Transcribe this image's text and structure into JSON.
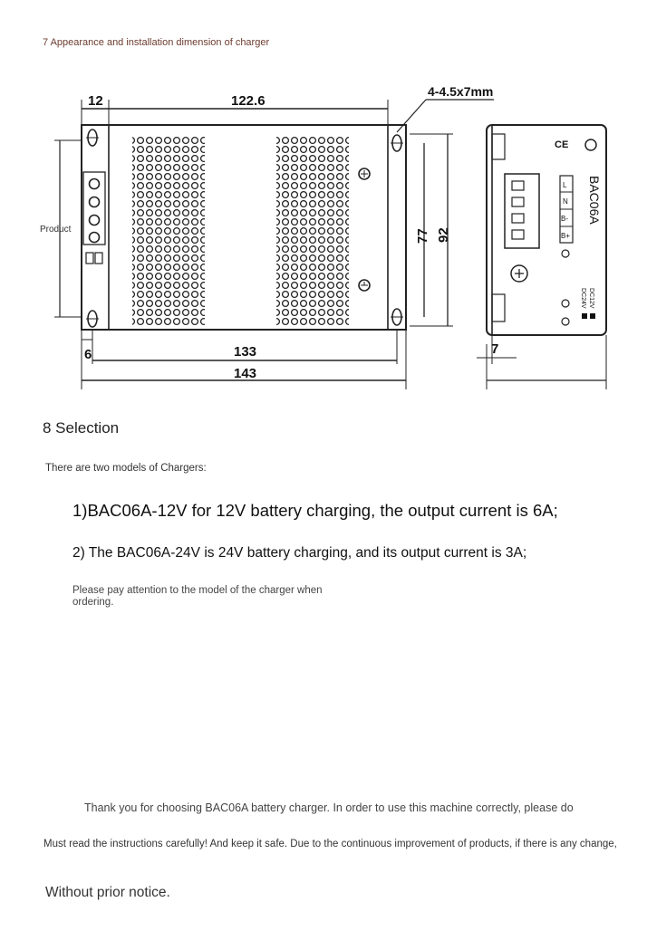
{
  "section7": {
    "title": "7 Appearance and installation dimension of charger"
  },
  "drawing": {
    "product_label": "Product",
    "dims": {
      "d12": "12",
      "d122": "122.6",
      "holes": "4-4.5x7mm",
      "d77": "77",
      "d92": "92",
      "d6": "6",
      "d133": "133",
      "d143": "143",
      "d7": "7"
    },
    "side_panel": {
      "model": "BAC06A",
      "ce": "CE",
      "terminals": [
        "L",
        "N",
        "B-",
        "B+"
      ],
      "dc12": "DC12V",
      "dc24": "DC24V"
    }
  },
  "section8": {
    "title": "8 Selection",
    "intro": "There are two models of Chargers:",
    "model1": "1)BAC06A-12V for 12V battery charging, the output current is 6A;",
    "model2": "2) The BAC06A-24V is 24V battery charging, and its output current is 3A;",
    "attention": "Please pay attention to the model of the charger when ordering."
  },
  "footer": {
    "thanks": "Thank you for choosing BAC06A battery charger. In order to use this machine correctly, please do",
    "must_read": "Must read the instructions carefully! And keep it safe. Due to the continuous improvement of products, if there is any change,",
    "notice": "Without prior notice."
  }
}
